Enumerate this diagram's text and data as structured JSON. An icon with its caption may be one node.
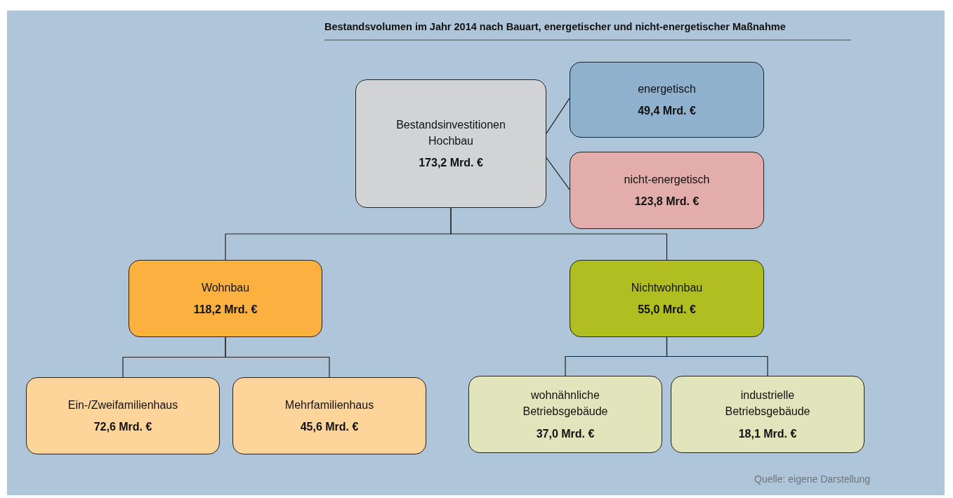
{
  "diagram": {
    "title": "Bestandsvolumen im Jahr 2014 nach Bauart, energetischer und nicht-energetischer Maßnahme",
    "nodes": [
      {
        "text": [
          "Bestandsinvestitionen Hochbau",
          "173,2 Mrd. €"
        ]
      },
      {
        "text": [
          "energetisch",
          "49,4 Mrd. €"
        ]
      },
      {
        "text": [
          "nicht-energetisch",
          "123,8 Mrd. €"
        ]
      },
      {
        "text": [
          "Wohnbau",
          "118,2 Mrd. €"
        ]
      },
      {
        "text": [
          "Nichtwohnbau",
          "55,0 Mrd. €"
        ]
      },
      {
        "text": [
          "Ein-/Zweifamilienhaus",
          "72,6 Mrd. €"
        ]
      },
      {
        "text": [
          "Mehrfamilienhaus",
          "45,6 Mrd. €"
        ]
      },
      {
        "text": [
          "wohnähnliche Betriebsgebäude",
          "37,0 Mrd. €"
        ]
      },
      {
        "text": [
          "industrielle Betriebsgebäude",
          "18,1 Mrd. €"
        ]
      }
    ],
    "edges": [
      {
        "from": 0,
        "to": 1,
        "arrow": "none"
      },
      {
        "from": 0,
        "to": 2,
        "arrow": "none"
      },
      {
        "from": 0,
        "to": 3,
        "arrow": "none"
      },
      {
        "from": 0,
        "to": 4,
        "arrow": "none"
      },
      {
        "from": 3,
        "to": 5,
        "arrow": "none"
      },
      {
        "from": 3,
        "to": 6,
        "arrow": "none"
      },
      {
        "from": 4,
        "to": 7,
        "arrow": "none"
      },
      {
        "from": 4,
        "to": 8,
        "arrow": "none"
      }
    ],
    "labels": [
      "Quelle: eigene Darstellung"
    ]
  }
}
